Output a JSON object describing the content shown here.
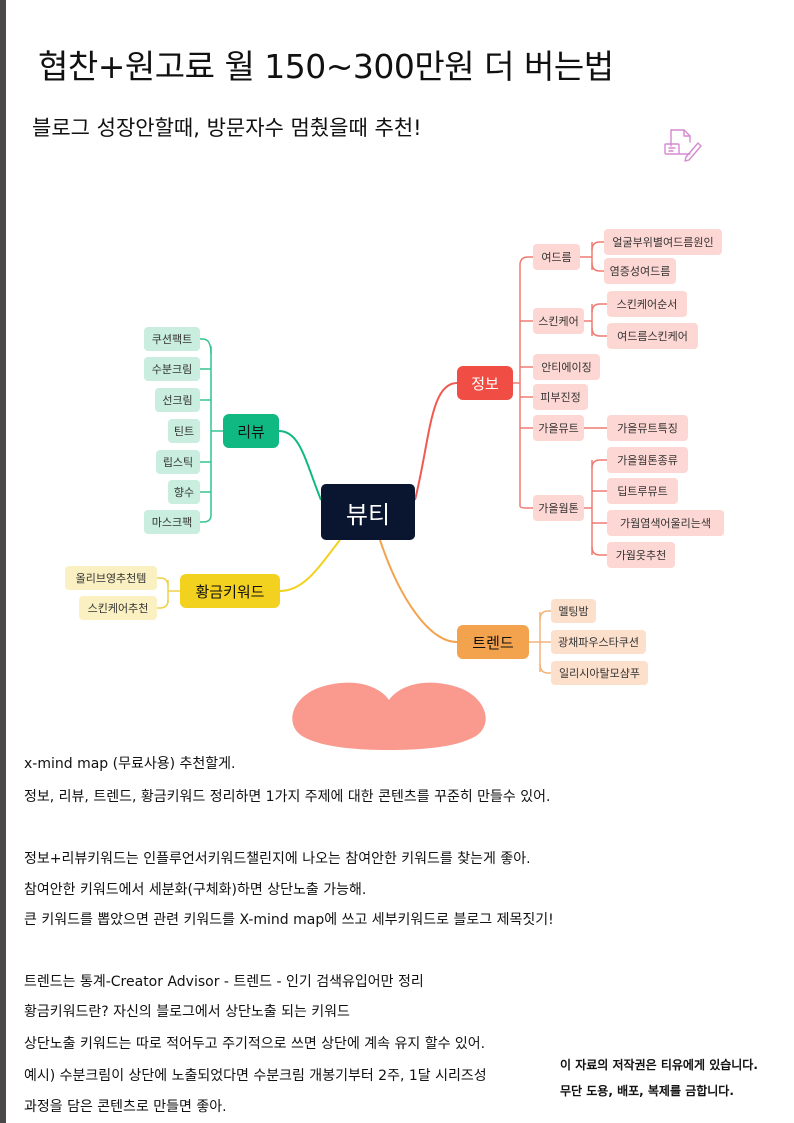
{
  "title": "협찬+원고료 월 150~300만원 더 버는법",
  "subtitle": "블로그 성장안할때, 방문자수 멈췄을때 추천!",
  "mindmap": {
    "center": "뷰티",
    "info": {
      "label": "정보",
      "yeodreum": "여드름",
      "yeodreum_1": "얼굴부위별여드름원인",
      "yeodreum_2": "염증성여드름",
      "skincare": "스킨케어",
      "skincare_1": "스킨케어순서",
      "skincare_2": "여드름스킨케어",
      "antiaging": "안티에이징",
      "skindiag": "피부진정",
      "fall": "가을뮤트",
      "fall_1": "가을뮤트특징",
      "warm": "가을웜톤",
      "warm_1": "가을웜톤종류",
      "warm_2": "딥트루뮤트",
      "warm_3": "가웜염색어울리는색",
      "warm_4": "가웜옷추천"
    },
    "review": {
      "label": "리뷰",
      "items": [
        "쿠션팩트",
        "수분크림",
        "선크림",
        "틴트",
        "립스틱",
        "향수",
        "마스크팩"
      ]
    },
    "gold": {
      "label": "황금키워드",
      "items": [
        "올리브영추천템",
        "스킨케어추천"
      ]
    },
    "trend": {
      "label": "트렌드",
      "items": [
        "멜팅밤",
        "광채파우스타쿠션",
        "일리시아탈모샴푸"
      ]
    }
  },
  "body": {
    "l1": "x-mind map (무료사용) 추천할게.",
    "l2": "정보, 리뷰, 트렌드, 황금키워드 정리하면 1가지 주제에 대한 콘텐츠를 꾸준히 만들수 있어.",
    "l3": "정보+리뷰키워드는 인플루언서키워드챌린지에 나오는 참여안한 키워드를 찾는게 좋아.",
    "l4": "참여안한 키워드에서 세분화(구체화)하면 상단노출 가능해.",
    "l5": "큰 키워드를 뽑았으면 관련 키워드를 X-mind map에 쓰고 세부키워드로 블로그 제목짓기!",
    "l6": "트렌드는 통계-Creator Advisor - 트렌드 - 인기 검색유입어만 정리",
    "l7": "황금키워드란? 자신의 블로그에서 상단노출 되는 키워드",
    "l8": "상단노출 키워드는 따로 적어두고 주기적으로 쓰면 상단에 계속 유지 할수 있어.",
    "l9": "예시) 수분크림이 상단에 노출되었다면 수분크림 개봉기부터 2주, 1달 시리즈성",
    "l10": "과정을 담은 콘텐츠로 만들면 좋아."
  },
  "copyright": {
    "line1": "이 자료의 저작권은 티유에게 있습니다.",
    "line2": "무단 도용, 배포, 복제를 금합니다."
  },
  "colors": {
    "center": "#0a1530",
    "info": "#f04e45",
    "review": "#10b981",
    "gold": "#f3d11f",
    "trend": "#f3a24e",
    "heart": "#fa9a8f"
  },
  "icons": [
    "document-edit-icon",
    "heart-shape"
  ]
}
